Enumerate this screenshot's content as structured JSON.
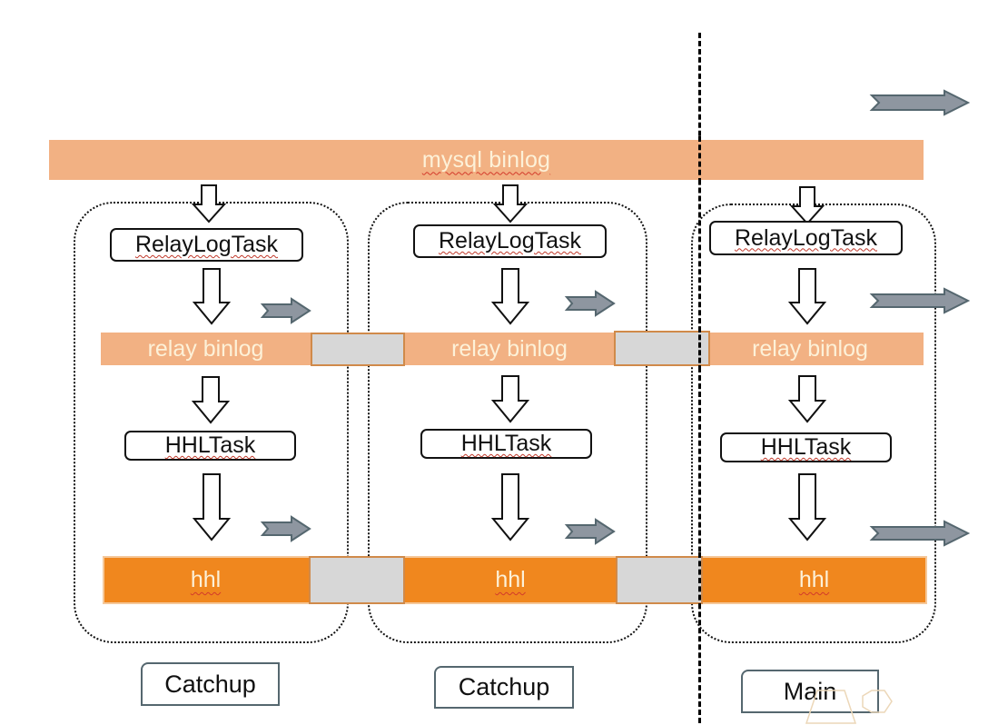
{
  "diagram": {
    "source_band": {
      "label": "mysql binlog",
      "color": "#f2b183"
    },
    "relay_band": {
      "label": "relay binlog",
      "color": "#f2b183"
    },
    "hhl_band": {
      "label": "hhl",
      "color": "#f0871e"
    },
    "gap_color": "#d7d7d7",
    "arrow_color": "#8e96a0",
    "stages": [
      {
        "name": "Catchup",
        "relay_task": "RelayLogTask",
        "relay_output": "relay binlog",
        "hhl_task": "HHLTask",
        "hhl_output": "hhl"
      },
      {
        "name": "Catchup",
        "relay_task": "RelayLogTask",
        "relay_output": "relay binlog",
        "hhl_task": "HHLTask",
        "hhl_output": "hhl"
      },
      {
        "name": "Main",
        "relay_task": "RelayLogTask",
        "relay_output": "relay binlog",
        "hhl_task": "HHLTask",
        "hhl_output": "hhl"
      }
    ]
  }
}
